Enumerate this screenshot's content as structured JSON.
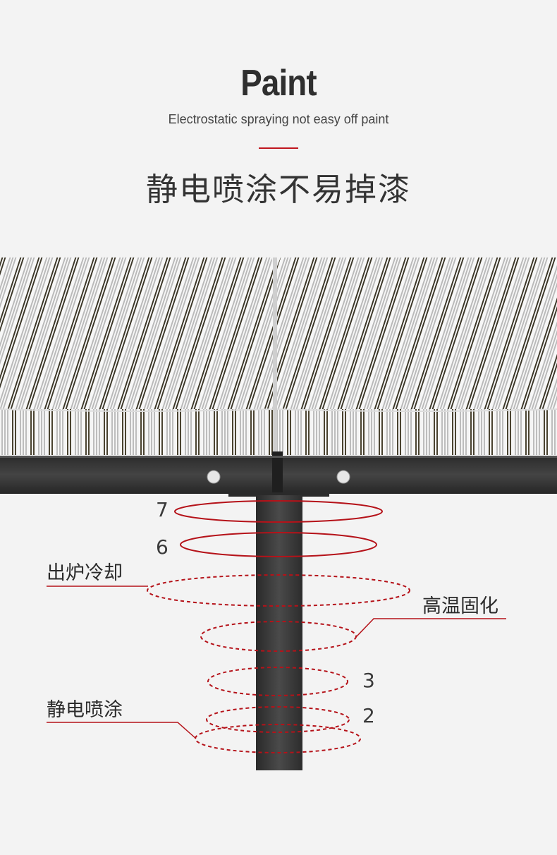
{
  "header": {
    "title": "Paint",
    "subtitle": "Electrostatic spraying not easy off paint",
    "cn_title": "静电喷涂不易掉漆"
  },
  "diagram": {
    "layers": [
      {
        "number": "7"
      },
      {
        "number": "6"
      },
      {
        "number": "3"
      },
      {
        "number": "2"
      }
    ],
    "labels": {
      "cooling": "出炉冷却",
      "curing": "高温固化",
      "spraying": "静电喷涂"
    }
  },
  "colors": {
    "accent": "#c0151d",
    "frame": "#3a3a3a",
    "background": "#f3f3f3"
  }
}
